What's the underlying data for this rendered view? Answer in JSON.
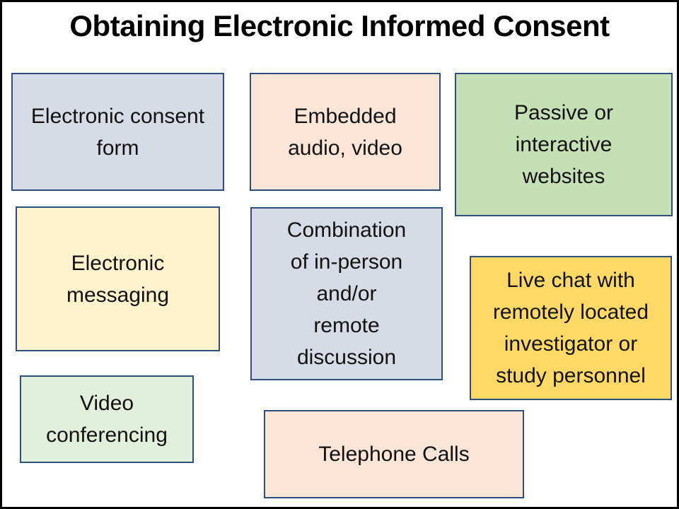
{
  "slide": {
    "title": "Obtaining Electronic Informed Consent",
    "background_color": "#ffffff",
    "frame_border_color": "#000000"
  },
  "styles": {
    "box_border_color": "#2e4e7e",
    "text_color": "#111111"
  },
  "boxes": [
    {
      "id": "electronic-consent-form",
      "label": "Electronic consent form",
      "lines": [
        "Electronic consent",
        "form"
      ],
      "fill": "#d6dce5"
    },
    {
      "id": "embedded-audio-video",
      "label": "Embedded audio, video",
      "lines": [
        "Embedded",
        "audio, video"
      ],
      "fill": "#fbe5d6"
    },
    {
      "id": "passive-or-interactive-websites",
      "label": "Passive or interactive websites",
      "lines": [
        "Passive or",
        "interactive",
        "websites"
      ],
      "fill": "#c5e0b4"
    },
    {
      "id": "electronic-messaging",
      "label": "Electronic messaging",
      "lines": [
        "Electronic",
        "messaging"
      ],
      "fill": "#fff2cc"
    },
    {
      "id": "combination-in-person-remote-discussion",
      "label": "Combination of in-person and/or remote discussion",
      "lines": [
        "Combination",
        "of in-person",
        "and/or",
        "remote",
        "discussion"
      ],
      "fill": "#d6dce5"
    },
    {
      "id": "live-chat-remote-investigator",
      "label": "Live chat with remotely located investigator or study personnel",
      "lines": [
        "Live chat with",
        "remotely located",
        "investigator or",
        "study personnel"
      ],
      "fill": "#ffd966"
    },
    {
      "id": "video-conferencing",
      "label": "Video conferencing",
      "lines": [
        "Video",
        "conferencing"
      ],
      "fill": "#e2efda"
    },
    {
      "id": "telephone-calls",
      "label": "Telephone Calls",
      "lines": [
        "Telephone Calls"
      ],
      "fill": "#fbe5d6"
    }
  ]
}
